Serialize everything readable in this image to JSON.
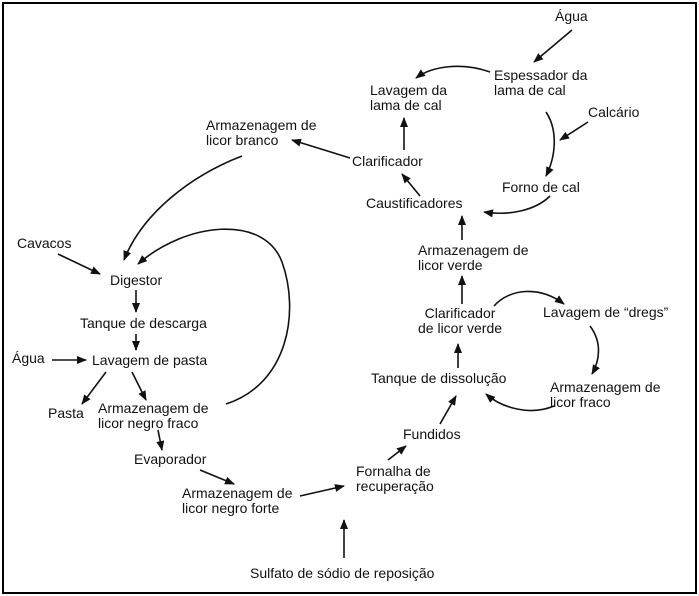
{
  "labels": {
    "agua_top": "Água",
    "espessador": "Espessador da\nlama de cal",
    "lavagem_lama": "Lavagem da\nlama de cal",
    "calcario": "Calcário",
    "armaz_branco": "Armazenagem de\nlicor branco",
    "clarificador": "Clarificador",
    "forno": "Forno de cal",
    "caustificadores": "Caustificadores",
    "cavacos": "Cavacos",
    "armaz_verde": "Armazenagem de\nlicor verde",
    "digestor": "Digestor",
    "clarif_verde": "Clarificador\nde licor verde",
    "lavagem_dregs": "Lavagem de “dregs”",
    "tanque_descarga": "Tanque de descarga",
    "agua_left": "Água",
    "lavagem_pasta": "Lavagem de pasta",
    "tanque_dissolucao": "Tanque de dissolução",
    "armaz_fraco": "Armazenagem de\nlicor fraco",
    "pasta": "Pasta",
    "armaz_negro_fraco": "Armazenagem de\nlicor negro fraco",
    "fundidos": "Fundidos",
    "evaporador": "Evaporador",
    "fornalha": "Fornalha de\nrecuperação",
    "armaz_negro_forte": "Armazenagem de\nlicor negro forte",
    "sulfato": "Sulfato de sódio de reposição"
  }
}
